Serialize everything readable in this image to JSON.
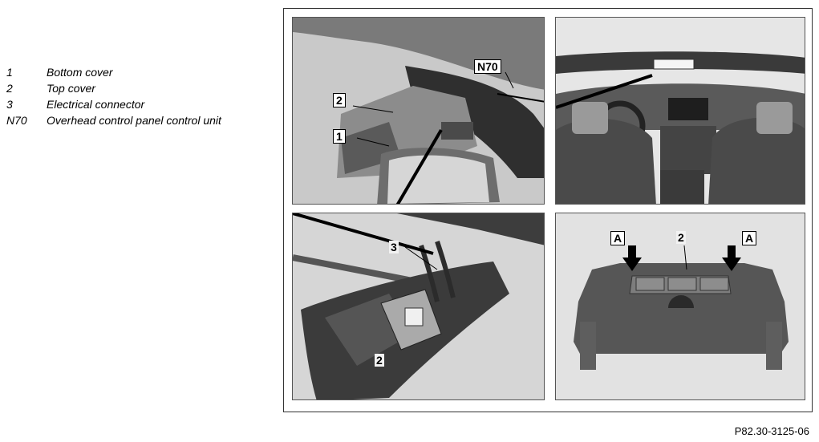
{
  "legend": [
    {
      "key": "1",
      "text": "Bottom cover"
    },
    {
      "key": "2",
      "text": "Top cover"
    },
    {
      "key": "3",
      "text": "Electrical connector"
    },
    {
      "key": "N70",
      "text": "Overhead control panel control unit"
    }
  ],
  "callouts": {
    "top_left": {
      "n70": "N70",
      "c2": "2",
      "c1": "1"
    },
    "bottom_left": {
      "c3": "3",
      "c2": "2"
    },
    "bottom_right": {
      "a_left": "A",
      "c2": "2",
      "a_right": "A"
    }
  },
  "reference_code": "P82.30-3125-06"
}
